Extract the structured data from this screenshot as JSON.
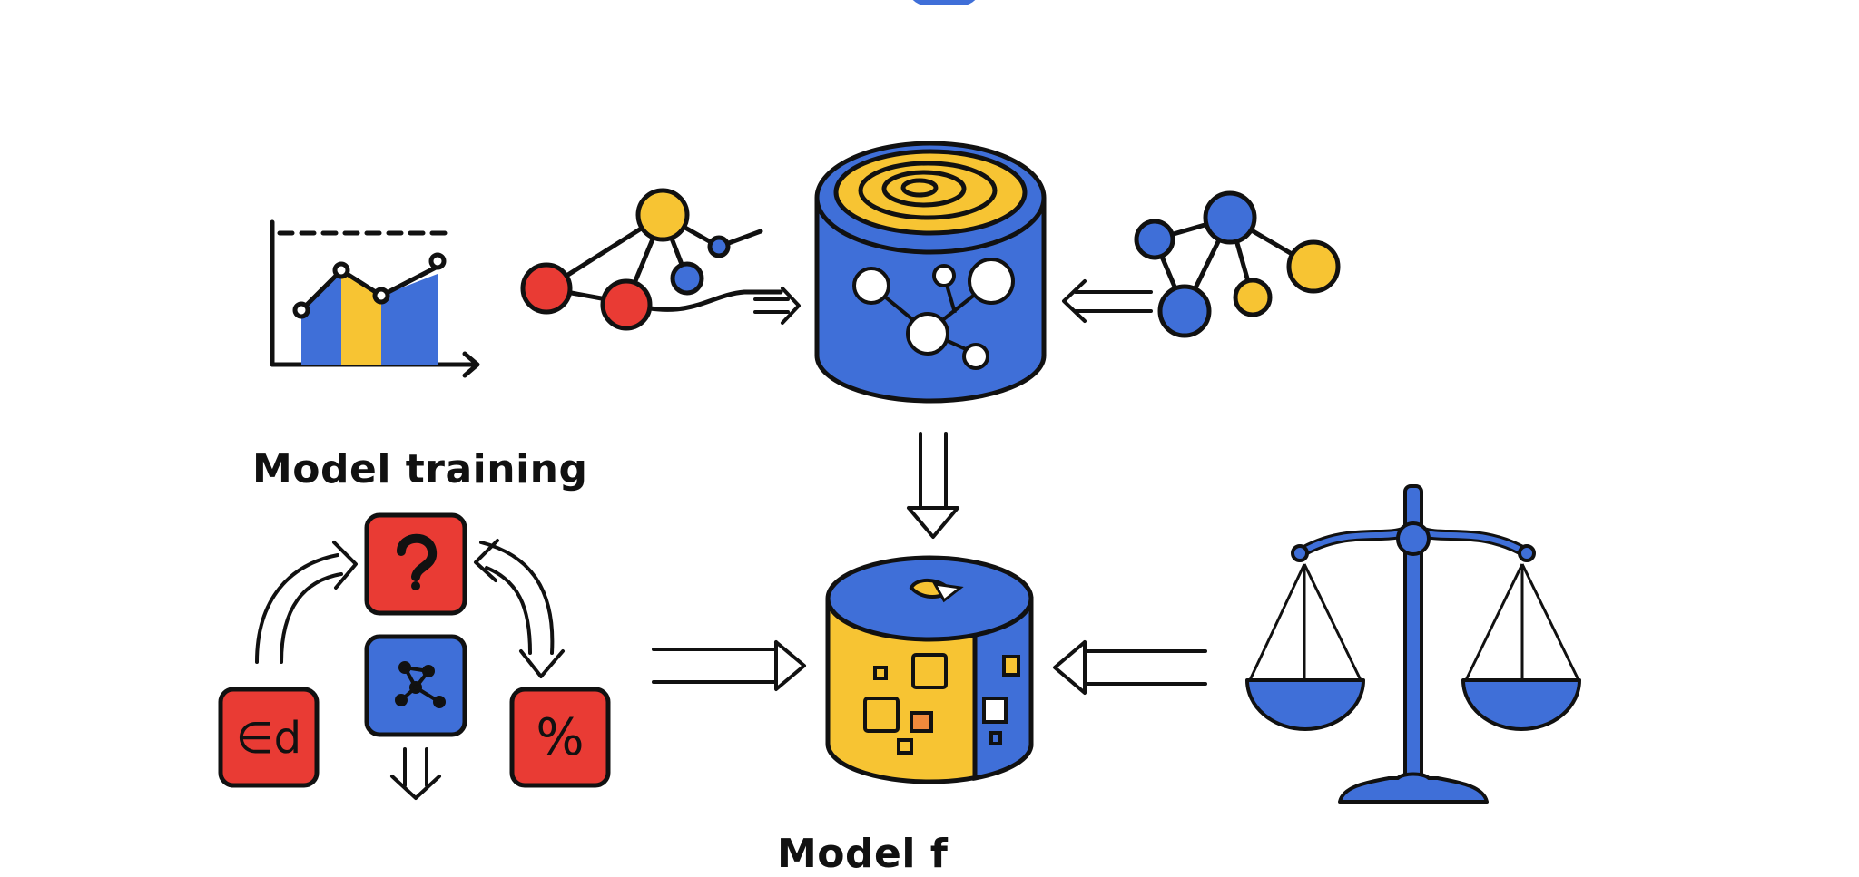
{
  "labels": {
    "model_training": "Model training",
    "bottom_clipped": "Model f"
  },
  "colors": {
    "blue": "#3f6fd8",
    "yellow": "#f7c433",
    "red": "#e93b34",
    "stroke": "#111111",
    "background": "#ffffff"
  },
  "icons": {
    "chart": "chart-icon",
    "network": "network-graph-icon",
    "database": "database-cylinder-icon",
    "model_store": "model-cylinder-icon",
    "scale": "balance-scale-icon",
    "arrow": "arrow-icon",
    "question_tile": "question-tile-icon",
    "graph_tile": "graph-tile-icon",
    "code_tile": "ed-tile-icon",
    "percent_tile": "percent-tile-icon"
  },
  "tiles": {
    "code": "∈d",
    "percent": "%"
  }
}
